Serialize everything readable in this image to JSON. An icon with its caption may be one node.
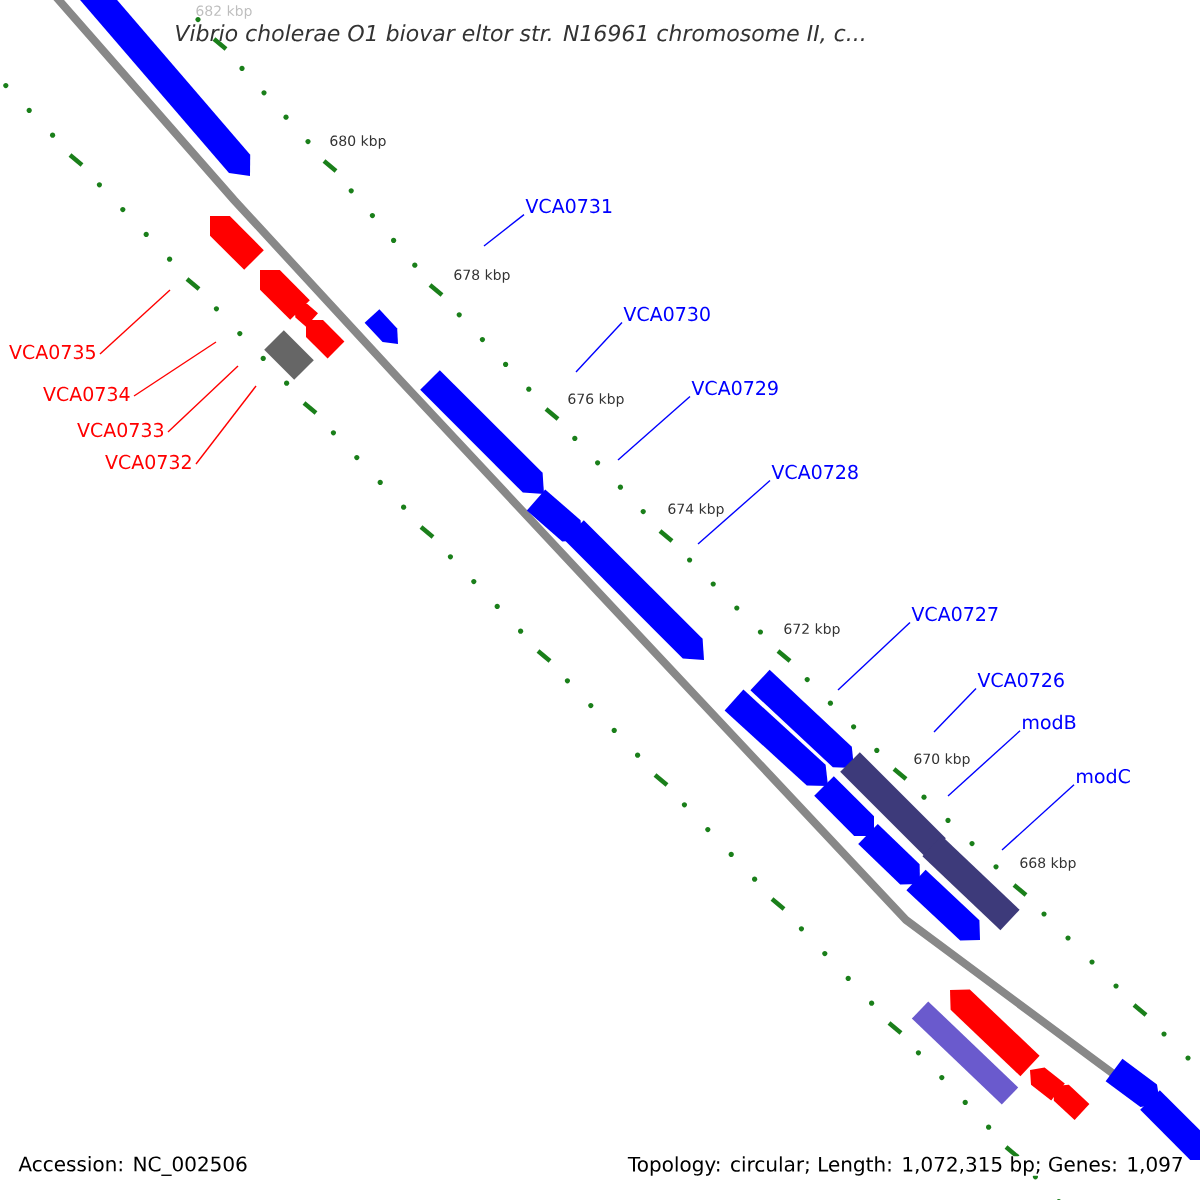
{
  "diagram": {
    "title": "Vibrio cholerae O1 biovar eltor str. N16961 chromosome II, c...",
    "nodes": [
      {
        "text": [
          "VCA0731"
        ]
      },
      {
        "text": [
          "VCA0730"
        ]
      },
      {
        "text": [
          "VCA0735"
        ]
      },
      {
        "text": [
          "VCA0729"
        ]
      },
      {
        "text": [
          "VCA0734"
        ]
      },
      {
        "text": [
          "VCA0733"
        ]
      },
      {
        "text": [
          "VCA0732"
        ]
      },
      {
        "text": [
          "VCA0728"
        ]
      },
      {
        "text": [
          "VCA0727"
        ]
      },
      {
        "text": [
          "VCA0726"
        ]
      },
      {
        "text": [
          "modB"
        ]
      },
      {
        "text": [
          "modC"
        ]
      }
    ],
    "edges": [
      {
        "from": 0,
        "to": null,
        "arrow": "none"
      },
      {
        "from": 1,
        "to": null,
        "arrow": "none"
      },
      {
        "from": 2,
        "to": null,
        "arrow": "none",
        "color": "#ff0000"
      },
      {
        "from": 3,
        "to": null,
        "arrow": "none"
      },
      {
        "from": 4,
        "to": null,
        "arrow": "none",
        "color": "#ff0000"
      },
      {
        "from": 5,
        "to": null,
        "arrow": "none",
        "color": "#ff0000"
      },
      {
        "from": 6,
        "to": null,
        "arrow": "none",
        "color": "#ff0000"
      },
      {
        "from": 7,
        "to": null,
        "arrow": "none"
      },
      {
        "from": 8,
        "to": null,
        "arrow": "none"
      },
      {
        "from": 9,
        "to": null,
        "arrow": "none"
      },
      {
        "from": 10,
        "to": null,
        "arrow": "none"
      },
      {
        "from": 11,
        "to": null,
        "arrow": "none"
      }
    ],
    "labels": [
      "682 kbp",
      "680 kbp",
      "678 kbp",
      "676 kbp",
      "674 kbp",
      "672 kbp",
      "670 kbp",
      "668 kbp",
      "Accession: NC_002506",
      "Topology: circular; Length: 1,072,315 bp; Genes: 1,097"
    ]
  }
}
